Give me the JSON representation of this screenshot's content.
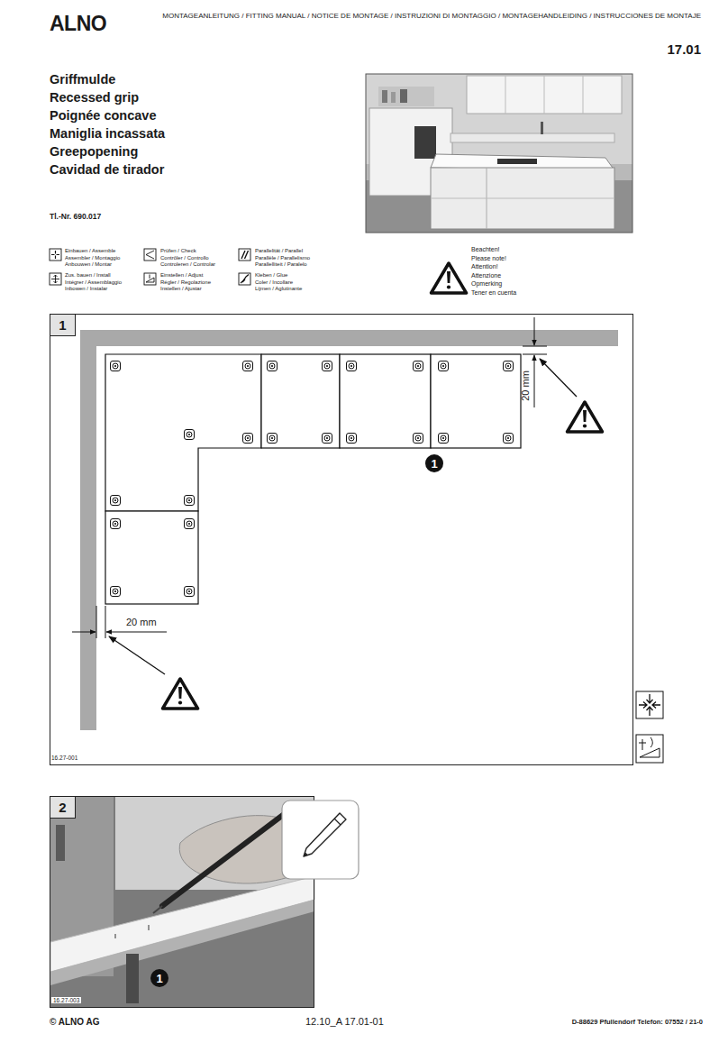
{
  "diagram": {
    "title": "Griffmulde",
    "nodes": [
      {
        "text": [
          "1"
        ]
      },
      {
        "text": [
          "1"
        ],
        "in": 0
      },
      {
        "text": [
          "2"
        ]
      },
      {
        "text": [
          "1"
        ],
        "in": 2
      }
    ],
    "labels": [
      "ALNO",
      "MONTAGEANLEITUNG / FITTING MANUAL / NOTICE DE MONTAGE / INSTRUZIONI DI MONTAGGIO / MONTAGEHANDLEIDING / INSTRUCCIONES DE MONTAJE",
      "17.01",
      "Recessed grip",
      "Poignée concave",
      "Maniglia incassata",
      "Greepopening",
      "Cavidad de tirador",
      "Tl.-Nr. 690.017",
      "Beachten!",
      "Please note!",
      "Attention!",
      "Attenzione",
      "Opmerking",
      "Tener en cuenta",
      "20 mm",
      "20 mm",
      "16.27-001",
      "16.27-003",
      "© ALNO AG",
      "12.10_A 17.01-01",
      "D-88629 Pfullendorf Telefon: 07552 / 21-0"
    ],
    "legend": [
      {
        "text": "Einbauen / Assemble"
      },
      {
        "text": "Assembler / Montaggio"
      },
      {
        "text": "Anbouwen / Montar"
      },
      {
        "text": "Zus. bauen / Install"
      },
      {
        "text": "Intégrer / Assemblaggio"
      },
      {
        "text": "Inbowen / Instalar"
      },
      {
        "text": "Prüfen / Check"
      },
      {
        "text": "Contrôler / Controllo"
      },
      {
        "text": "Controleren / Controlar"
      },
      {
        "text": "Einstellen / Adjust"
      },
      {
        "text": "Régler / Regolazione"
      },
      {
        "text": "Instellen / Ajustar"
      },
      {
        "text": "Parallelität / Parallel"
      },
      {
        "text": "Parallèle / Parallelismo"
      },
      {
        "text": "Parallelliteit / Paralelo"
      },
      {
        "text": "Kleben / Glue"
      },
      {
        "text": "Coler / Incollare"
      },
      {
        "text": "Lijmen / Aglutinante"
      }
    ]
  }
}
